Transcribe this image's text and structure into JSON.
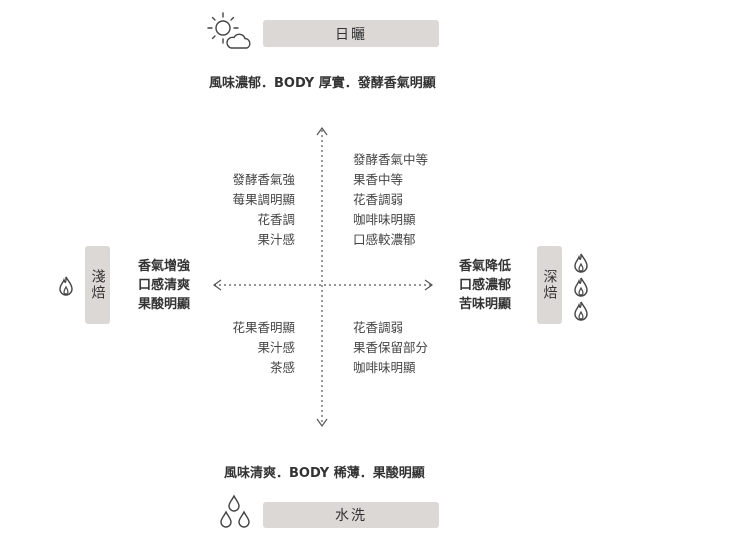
{
  "top": {
    "label": "日曬",
    "caption": "風味濃郁．BODY 厚實．發酵香氣明顯",
    "icon": "sun-cloud-icon"
  },
  "bottom": {
    "label": "水洗",
    "caption": "風味清爽．BODY 稀薄．果酸明顯",
    "icon": "water-drops-icon"
  },
  "left": {
    "label": "淺焙",
    "features": [
      "香氣增強",
      "口感清爽",
      "果酸明顯"
    ],
    "icon": "flame-icon"
  },
  "right": {
    "label": "深焙",
    "features": [
      "香氣降低",
      "口感濃郁",
      "苦味明顯"
    ],
    "icon": "flame-icon"
  },
  "quadrants": {
    "top_left": [
      "發酵香氣強",
      "莓果調明顯",
      "花香調",
      "果汁感"
    ],
    "top_right": [
      "發酵香氣中等",
      "果香中等",
      "花香調弱",
      "咖啡味明顯",
      "口感較濃郁"
    ],
    "bottom_left": [
      "花果香明顯",
      "果汁感",
      "茶感"
    ],
    "bottom_right": [
      "花香調弱",
      "果香保留部分",
      "咖啡味明顯"
    ]
  },
  "colors": {
    "pill": "#dcd8d6",
    "text": "#333333",
    "axis": "#555555"
  }
}
